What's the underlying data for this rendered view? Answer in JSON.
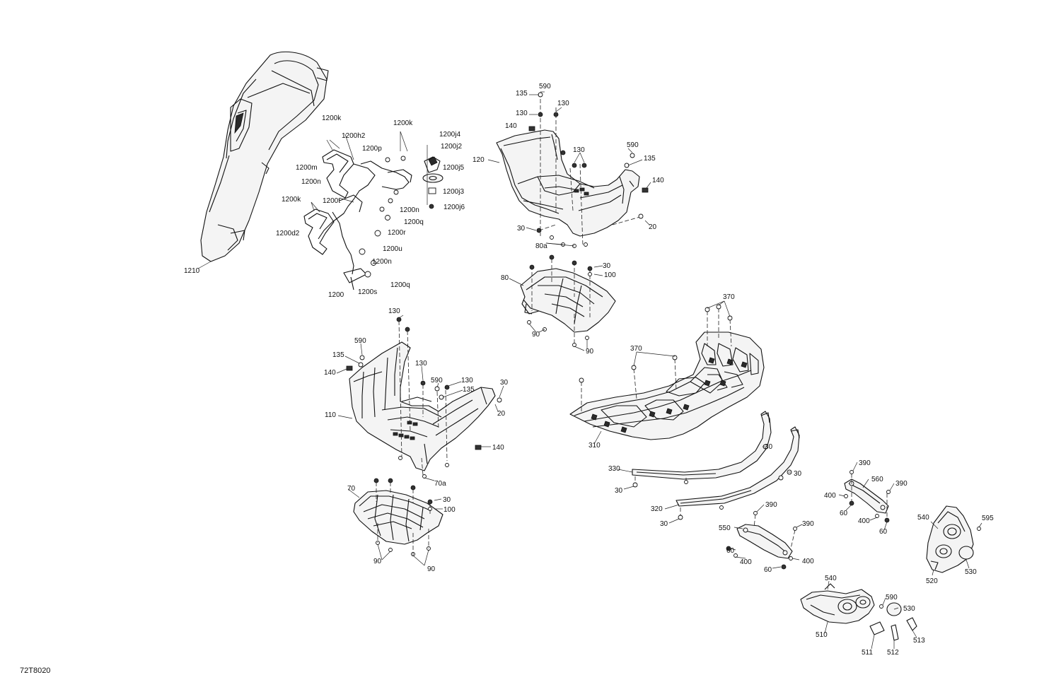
{
  "diagram": {
    "id": "72T8020",
    "callouts": [
      {
        "key": "1210",
        "label": "1210"
      },
      {
        "key": "1200k_a",
        "label": "1200k"
      },
      {
        "key": "1200k_b",
        "label": "1200k"
      },
      {
        "key": "1200k_c",
        "label": "1200k"
      },
      {
        "key": "1200h2",
        "label": "1200h2"
      },
      {
        "key": "1200j4",
        "label": "1200j4"
      },
      {
        "key": "1200j2",
        "label": "1200j2"
      },
      {
        "key": "1200p",
        "label": "1200p"
      },
      {
        "key": "1200j5",
        "label": "1200j5"
      },
      {
        "key": "1200m",
        "label": "1200m"
      },
      {
        "key": "1200n_a",
        "label": "1200n"
      },
      {
        "key": "1200j3",
        "label": "1200j3"
      },
      {
        "key": "1200t",
        "label": "1200t"
      },
      {
        "key": "1200n_b",
        "label": "1200n"
      },
      {
        "key": "1200j6",
        "label": "1200j6"
      },
      {
        "key": "1200q_a",
        "label": "1200q"
      },
      {
        "key": "1200d2",
        "label": "1200d2"
      },
      {
        "key": "1200r",
        "label": "1200r"
      },
      {
        "key": "1200u",
        "label": "1200u"
      },
      {
        "key": "1200n_c",
        "label": "1200n"
      },
      {
        "key": "1200",
        "label": "1200"
      },
      {
        "key": "1200s",
        "label": "1200s"
      },
      {
        "key": "1200q_b",
        "label": "1200q"
      },
      {
        "key": "135_a",
        "label": "135"
      },
      {
        "key": "590_a",
        "label": "590"
      },
      {
        "key": "130_a",
        "label": "130"
      },
      {
        "key": "130_b",
        "label": "130"
      },
      {
        "key": "140_a",
        "label": "140"
      },
      {
        "key": "130_c",
        "label": "130"
      },
      {
        "key": "590_b",
        "label": "590"
      },
      {
        "key": "120",
        "label": "120"
      },
      {
        "key": "135_b",
        "label": "135"
      },
      {
        "key": "140_b",
        "label": "140"
      },
      {
        "key": "30_a",
        "label": "30"
      },
      {
        "key": "20_a",
        "label": "20"
      },
      {
        "key": "80a",
        "label": "80a"
      },
      {
        "key": "80",
        "label": "80"
      },
      {
        "key": "30_b",
        "label": "30"
      },
      {
        "key": "100_a",
        "label": "100"
      },
      {
        "key": "90_a",
        "label": "90"
      },
      {
        "key": "90_b",
        "label": "90"
      },
      {
        "key": "370_a",
        "label": "370"
      },
      {
        "key": "370_b",
        "label": "370"
      },
      {
        "key": "130_d",
        "label": "130"
      },
      {
        "key": "590_c",
        "label": "590"
      },
      {
        "key": "135_c",
        "label": "135"
      },
      {
        "key": "140_c",
        "label": "140"
      },
      {
        "key": "130_e",
        "label": "130"
      },
      {
        "key": "590_d",
        "label": "590"
      },
      {
        "key": "130_f",
        "label": "130"
      },
      {
        "key": "135_d",
        "label": "135"
      },
      {
        "key": "30_c",
        "label": "30"
      },
      {
        "key": "20_b",
        "label": "20"
      },
      {
        "key": "110",
        "label": "110"
      },
      {
        "key": "140_d",
        "label": "140"
      },
      {
        "key": "70a",
        "label": "70a"
      },
      {
        "key": "310",
        "label": "310"
      },
      {
        "key": "30_d",
        "label": "30"
      },
      {
        "key": "30_e",
        "label": "30"
      },
      {
        "key": "330",
        "label": "330"
      },
      {
        "key": "30_f",
        "label": "30"
      },
      {
        "key": "320",
        "label": "320"
      },
      {
        "key": "30_g",
        "label": "30"
      },
      {
        "key": "70",
        "label": "70"
      },
      {
        "key": "30_h",
        "label": "30"
      },
      {
        "key": "100_b",
        "label": "100"
      },
      {
        "key": "90_c",
        "label": "90"
      },
      {
        "key": "90_d",
        "label": "90"
      },
      {
        "key": "390_a",
        "label": "390"
      },
      {
        "key": "560",
        "label": "560"
      },
      {
        "key": "390_b",
        "label": "390"
      },
      {
        "key": "400_a",
        "label": "400"
      },
      {
        "key": "60_a",
        "label": "60"
      },
      {
        "key": "400_b",
        "label": "400"
      },
      {
        "key": "60_b",
        "label": "60"
      },
      {
        "key": "390_c",
        "label": "390"
      },
      {
        "key": "550",
        "label": "550"
      },
      {
        "key": "390_d",
        "label": "390"
      },
      {
        "key": "60_c",
        "label": "60"
      },
      {
        "key": "400_c",
        "label": "400"
      },
      {
        "key": "60_d",
        "label": "60"
      },
      {
        "key": "400_d",
        "label": "400"
      },
      {
        "key": "540_a",
        "label": "540"
      },
      {
        "key": "595",
        "label": "595"
      },
      {
        "key": "530_a",
        "label": "530"
      },
      {
        "key": "520",
        "label": "520"
      },
      {
        "key": "540_b",
        "label": "540"
      },
      {
        "key": "590_e",
        "label": "590"
      },
      {
        "key": "530_b",
        "label": "530"
      },
      {
        "key": "510",
        "label": "510"
      },
      {
        "key": "511",
        "label": "511"
      },
      {
        "key": "512",
        "label": "512"
      },
      {
        "key": "513",
        "label": "513"
      }
    ]
  }
}
